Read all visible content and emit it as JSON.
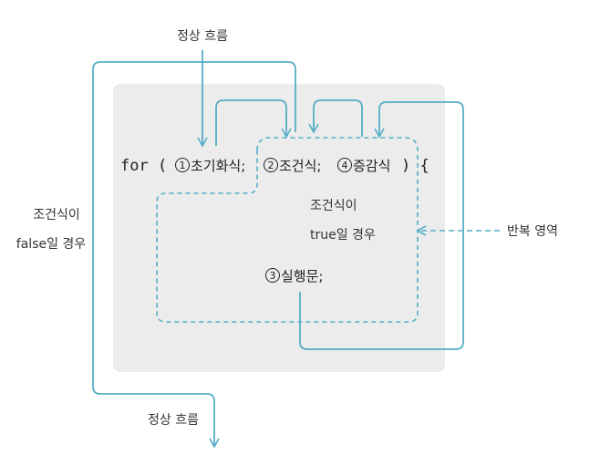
{
  "colors": {
    "flow_line": "#56adc6",
    "region_fill": "#ececec",
    "text": "#333333"
  },
  "labels": {
    "normal_flow_top": "정상 흐름",
    "normal_flow_bottom": "정상 흐름",
    "false_line1": "조건식이",
    "false_line2": "false일 경우",
    "true_line1": "조건식이",
    "true_line2": "true일 경우",
    "repeat_region": "반복 영역"
  },
  "code": {
    "for_open": "for (",
    "init_num": "1",
    "init_text": "초기화식;",
    "cond_num": "2",
    "cond_text": "조건식;",
    "incr_num": "4",
    "incr_text": "증감식",
    "close": ") {",
    "body_num": "3",
    "body_text": "실행문;"
  }
}
